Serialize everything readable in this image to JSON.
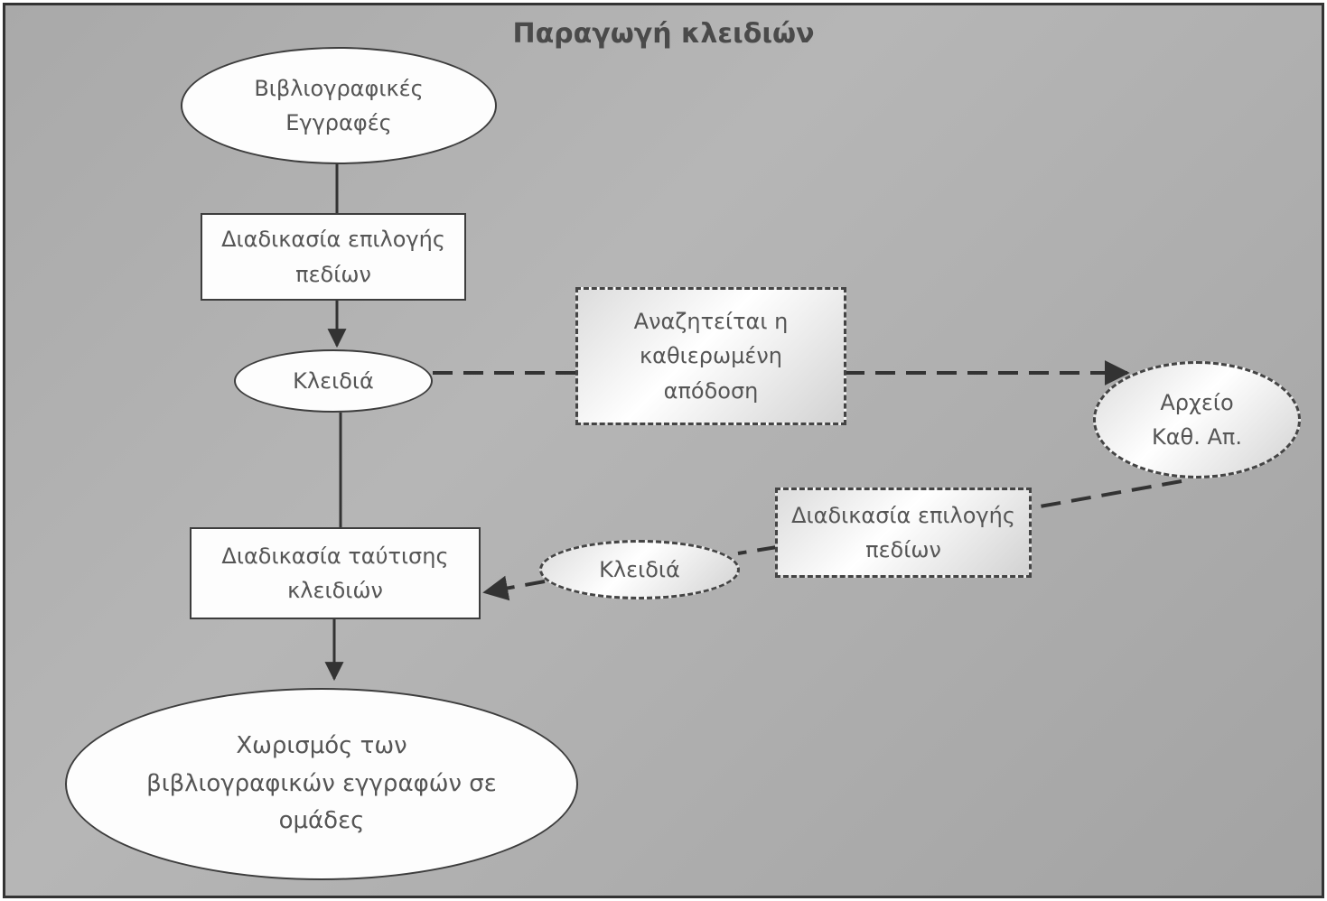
{
  "title": "Παραγωγή κλειδιών",
  "nodes": {
    "records": "Βιβλιογραφικές Εγγραφές",
    "field_select": "Διαδικασία επιλογής πεδίων",
    "keys": "Κλειδιά",
    "key_match": "Διαδικασία ταύτισης κλειδιών",
    "grouping": "Χωρισμός των βιβλιογραφικών εγγραφών σε ομάδες",
    "authority_search": "Αναζητείται η καθιερωμένη απόδοση",
    "authority_file": "Αρχείο Καθ. Απ.",
    "field_select_2": "Διαδικασία επιλογής πεδίων",
    "keys_2": "Κλειδιά"
  }
}
